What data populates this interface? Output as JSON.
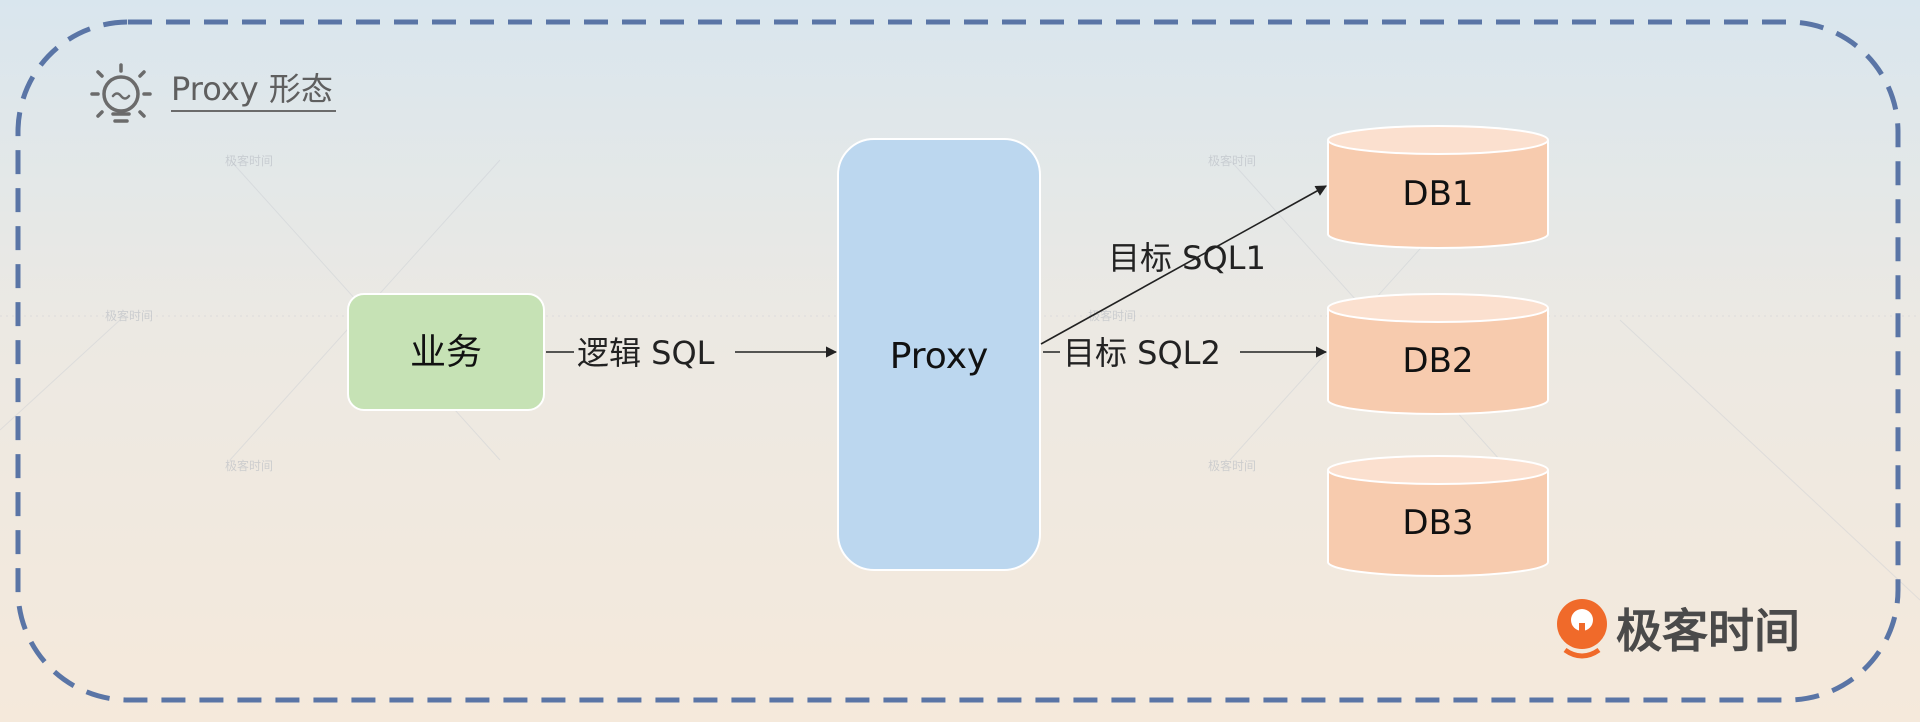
{
  "header": {
    "title": "Proxy 形态"
  },
  "nodes": {
    "business": {
      "label": "业务",
      "fill": "#c6e2b5"
    },
    "proxy": {
      "label": "Proxy",
      "fill": "#bcd7ef"
    },
    "db1": {
      "label": "DB1"
    },
    "db2": {
      "label": "DB2"
    },
    "db3": {
      "label": "DB3"
    }
  },
  "edges": {
    "logical_sql": "逻辑 SQL",
    "target_sql1": "目标 SQL1",
    "target_sql2": "目标 SQL2"
  },
  "brand": {
    "name": "极客时间",
    "color": "#f06a2a"
  },
  "watermark": {
    "text": "极客时间"
  },
  "colors": {
    "frame": "#5a75a6",
    "db_fill": "#f7cbae",
    "db_top": "#fbe0cf",
    "line": "#222222"
  },
  "icons": {
    "header": "lightbulb-icon",
    "brand": "geektime-logo-icon"
  }
}
